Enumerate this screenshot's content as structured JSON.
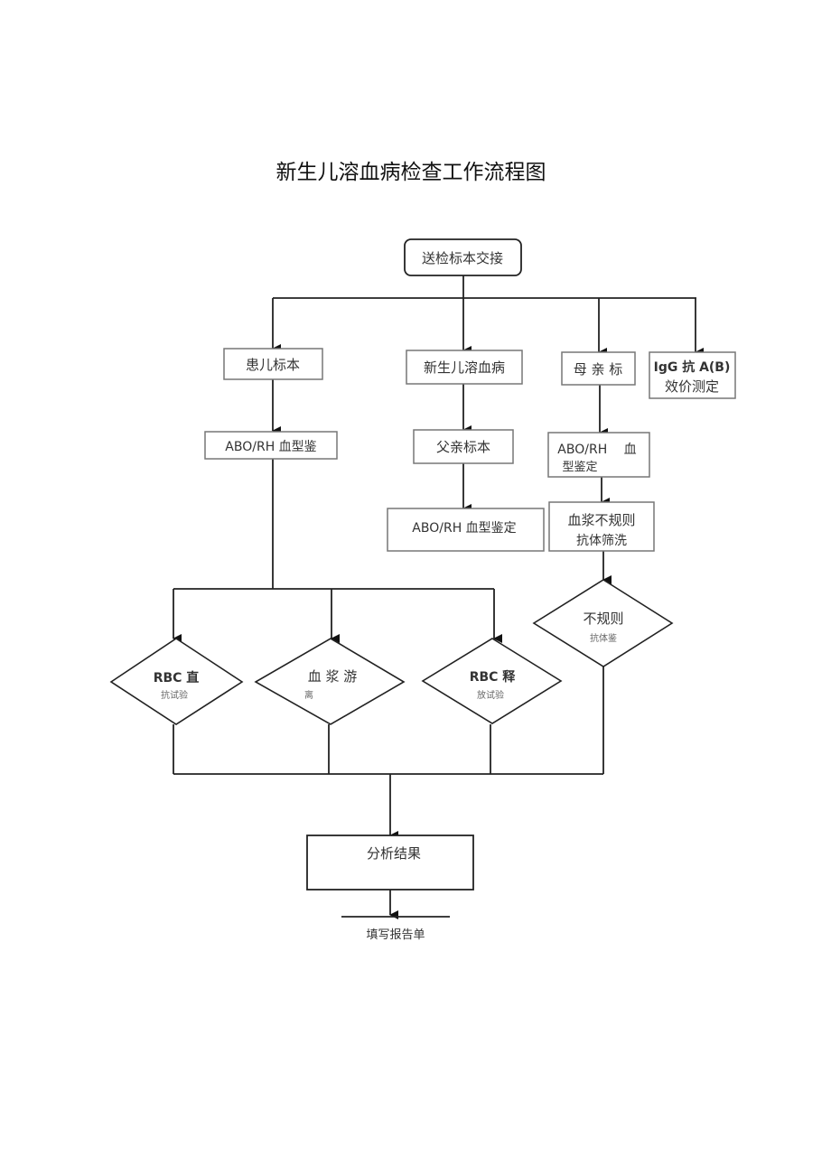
{
  "title": "新生儿溶血病检查工作流程图",
  "nodes": {
    "start": "送检标本交接",
    "patient_sample": "患儿标本",
    "hdn": "新生儿溶血病",
    "mother_sample": "母 亲 标",
    "igg_line1": "IgG 抗 A(B)",
    "igg_line2": "效价测定",
    "patient_abo": "ABO/RH 血型鉴",
    "father_sample": "父亲标本",
    "father_abo": "ABO/RH 血型鉴定",
    "mother_abo_line1": "ABO/RH　 血",
    "mother_abo_line2": "型鉴定",
    "antibody_screen_line1": "血浆不规则",
    "antibody_screen_line2": "抗体筛洗",
    "irregular_line1": "不规则",
    "irregular_line2": "抗体鉴",
    "dat_line1": "RBC 直",
    "dat_line2": "抗试验",
    "free_line1": "血 浆 游",
    "free_line2": "离",
    "elution_line1": "RBC  释",
    "elution_line2": "放试验",
    "analysis": "分析结果",
    "report": "填写报告单"
  }
}
